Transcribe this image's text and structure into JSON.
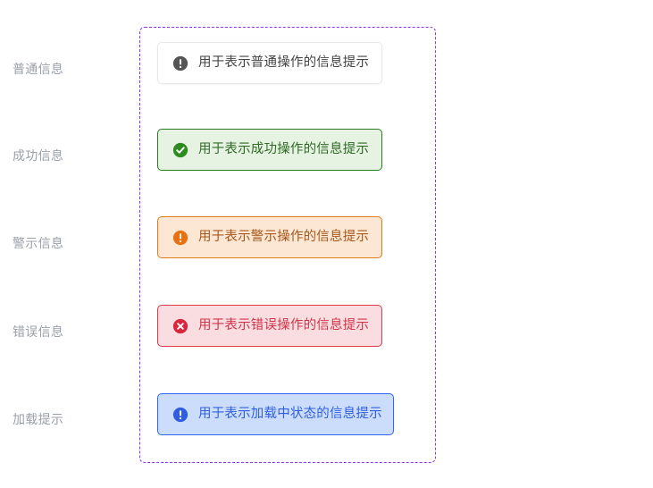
{
  "page": {
    "background": "#ffffff",
    "dashed_border_color": "#8b36e8"
  },
  "rows": [
    {
      "label": "普通信息",
      "key": "info",
      "icon": "exclamation-circle-icon",
      "message": "用于表示普通操作的信息提示",
      "background": "#ffffff",
      "border": "#e8e8e8",
      "text_color": "#444444",
      "icon_color": "#555555"
    },
    {
      "label": "成功信息",
      "key": "success",
      "icon": "check-circle-icon",
      "message": "用于表示成功操作的信息提示",
      "background": "#e6f2e2",
      "border": "#2a7a1f",
      "text_color": "#2f6b25",
      "icon_color": "#2e8b1f"
    },
    {
      "label": "警示信息",
      "key": "warning",
      "icon": "exclamation-circle-icon",
      "message": "用于表示警示操作的信息提示",
      "background": "#fbe7d3",
      "border": "#e07b1a",
      "text_color": "#a8571a",
      "icon_color": "#e8700f"
    },
    {
      "label": "错误信息",
      "key": "error",
      "icon": "close-circle-icon",
      "message": "用于表示错误操作的信息提示",
      "background": "#fadde0",
      "border": "#e03a4e",
      "text_color": "#d1344a",
      "icon_color": "#d9263d"
    },
    {
      "label": "加载提示",
      "key": "loading",
      "icon": "exclamation-circle-icon",
      "message": "用于表示加载中状态的信息提示",
      "background": "#ccdcfb",
      "border": "#2f66ef",
      "text_color": "#2f5fe0",
      "icon_color": "#2f5fe0"
    }
  ]
}
